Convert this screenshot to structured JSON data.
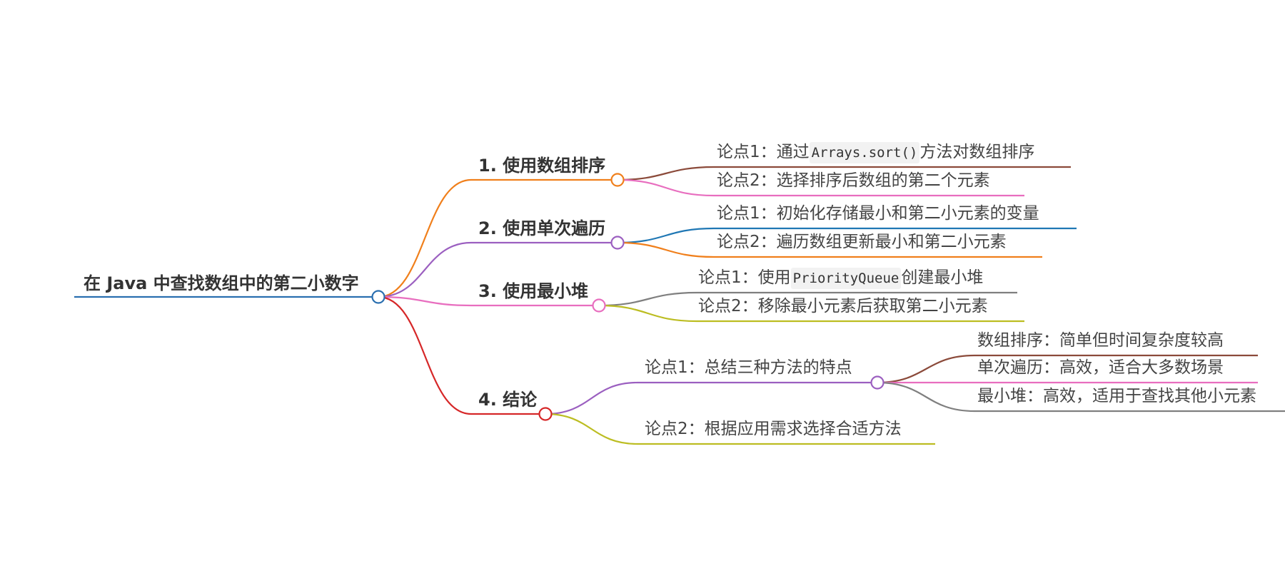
{
  "root": {
    "label": "在 Java 中查找数组中的第二小数字",
    "color": "#2a6fb0"
  },
  "branches": [
    {
      "label": "1. 使用数组排序",
      "color": "#f07f1b",
      "leaves": [
        {
          "prefix": "论点1：通过",
          "code": "Arrays.sort()",
          "suffix": "方法对数组排序",
          "color": "#8b4a3a"
        },
        {
          "prefix": "论点2：选择排序后数组的第二个元素",
          "color": "#e86ebf"
        }
      ]
    },
    {
      "label": "2. 使用单次遍历",
      "color": "#9b5fc0",
      "leaves": [
        {
          "prefix": "论点1：初始化存储最小和第二小元素的变量",
          "color": "#1f77b4"
        },
        {
          "prefix": "论点2：遍历数组更新最小和第二小元素",
          "color": "#f07f1b"
        }
      ]
    },
    {
      "label": "3. 使用最小堆",
      "color": "#e86ebf",
      "leaves": [
        {
          "prefix": "论点1：使用",
          "code": "PriorityQueue",
          "suffix": "创建最小堆",
          "color": "#7f7f7f"
        },
        {
          "prefix": "论点2：移除最小元素后获取第二小元素",
          "color": "#bcbd22"
        }
      ]
    },
    {
      "label": "4. 结论",
      "color": "#d62728",
      "leaves": [
        {
          "prefix": "论点1：总结三种方法的特点",
          "color": "#9b5fc0",
          "children": [
            {
              "prefix": "数组排序：简单但时间复杂度较高",
              "color": "#8b4a3a"
            },
            {
              "prefix": "单次遍历：高效，适合大多数场景",
              "color": "#e86ebf"
            },
            {
              "prefix": "最小堆：高效，适用于查找其他小元素",
              "color": "#7f7f7f"
            }
          ]
        },
        {
          "prefix": "论点2：根据应用需求选择合适方法",
          "color": "#bcbd22"
        }
      ]
    }
  ]
}
